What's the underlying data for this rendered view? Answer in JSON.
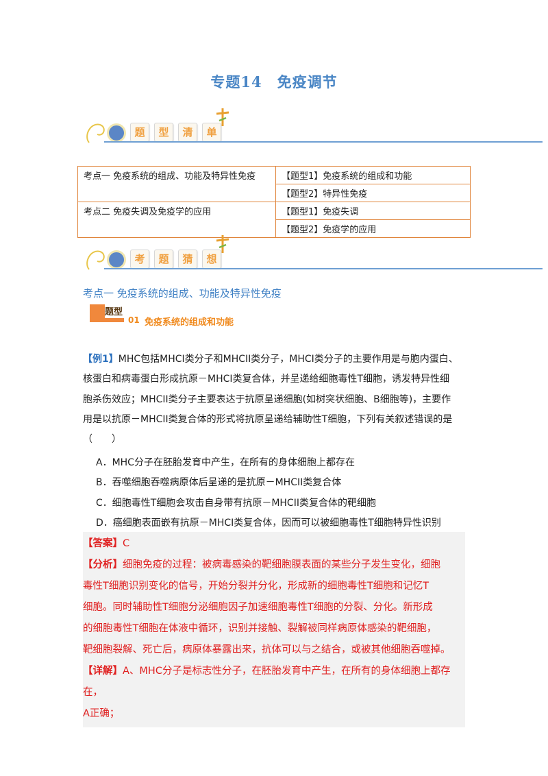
{
  "title": "专题14　免疫调节",
  "banner1": {
    "chars": [
      "题",
      "型",
      "清",
      "单"
    ]
  },
  "banner2": {
    "chars": [
      "考",
      "题",
      "猜",
      "想"
    ]
  },
  "toc": {
    "rows": [
      {
        "left": "考点一  免疫系统的组成、功能及特异性免疫",
        "right": [
          "【题型1】免疫系统的组成和功能",
          "【题型2】特异性免疫"
        ]
      },
      {
        "left": "考点二  免疫失调及免疫学的应用",
        "right": [
          "【题型1】免疫失调",
          "【题型2】免疫学的应用"
        ]
      }
    ]
  },
  "section_heading": "考点一  免疫系统的组成、功能及特异性免疫",
  "type_heading": {
    "label": "题型",
    "number": "01",
    "title": "免疫系统的组成和功能"
  },
  "question": {
    "tag": "【例1】",
    "lines": [
      "MHC包括MHCI类分子和MHCII类分子，MHCI类分子的主要作用是与胞内蛋白、",
      "核蛋白和病毒蛋白形成抗原－MHCI类复合体，并呈递给细胞毒性T细胞，诱发特异性细",
      "胞杀伤效应；MHCII类分子主要表达于抗原呈递细胞(如树突状细胞、B细胞等)，主要作",
      "用是以抗原－MHCII类复合体的形式将抗原呈递给辅助性T细胞，下列有关叙述错误的是",
      "（　　）"
    ],
    "options": [
      "A．MHC分子在胚胎发育中产生，在所有的身体细胞上都存在",
      "B．吞噬细胞吞噬病原体后呈递的是抗原－MHCII类复合体",
      "C．细胞毒性T细胞会攻击自身带有抗原－MHCII类复合体的靶细胞",
      "D．癌细胞表面嵌有抗原－MHCI类复合体，因而可以被细胞毒性T细胞特异性识别"
    ]
  },
  "answer": {
    "answer_tag": "【答案】",
    "answer_value": "C",
    "analysis_tag": "【分析】",
    "analysis_lines": [
      "细胞免疫的过程：被病毒感染的靶细胞膜表面的某些分子发生变化，细胞",
      "毒性T细胞识别变化的信号，开始分裂并分化，形成新的细胞毒性T细胞和记忆T",
      "细胞。同时辅助性T细胞分泌细胞因子加速细胞毒性T细胞的分裂、分化。新形成",
      "的细胞毒性T细胞在体液中循环，识别并接触、裂解被同样病原体感染的靶细胞，",
      "靶细胞裂解、死亡后，病原体暴露出来，抗体可以与之结合，或被其他细胞吞噬掉。"
    ],
    "detail_tag": "【详解】",
    "detail_lines": [
      "A、MHC分子是标志性分子，在胚胎发育中产生，在所有的身体细胞上都存在，",
      "A正确；"
    ]
  },
  "colors": {
    "title": "#4a86c5",
    "table_border": "#e0843a",
    "answer_text": "#e02020",
    "accent_orange": "#f08a1e"
  }
}
